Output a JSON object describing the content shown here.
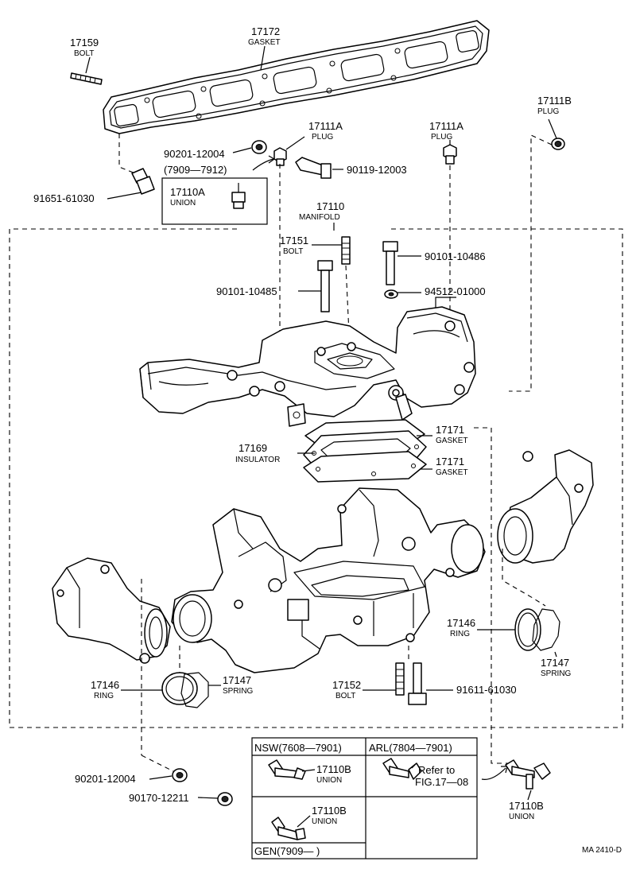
{
  "labels": {
    "p17159": {
      "num": "17159",
      "name": "BOLT"
    },
    "p17172": {
      "num": "17172",
      "name": "GASKET"
    },
    "p17111B": {
      "num": "17111B",
      "name": "PLUG"
    },
    "p17111A_left": {
      "num": "17111A",
      "name": "PLUG"
    },
    "p17111A_right": {
      "num": "17111A",
      "name": "PLUG"
    },
    "p90201_top": {
      "num": "90201-12004"
    },
    "p7909": {
      "num": "(7909—7912)"
    },
    "p90119": {
      "num": "90119-12003"
    },
    "p17110A": {
      "num": "17110A",
      "name": "UNION"
    },
    "p91651": {
      "num": "91651-61030"
    },
    "p17110": {
      "num": "17110",
      "name": "MANIFOLD"
    },
    "p17151": {
      "num": "17151",
      "name": "BOLT"
    },
    "p90101_10486": {
      "num": "90101-10486"
    },
    "p90101_10485": {
      "num": "90101-10485"
    },
    "p94512": {
      "num": "94512-01000"
    },
    "p17169": {
      "num": "17169",
      "name": "INSULATOR"
    },
    "p17171_a": {
      "num": "17171",
      "name": "GASKET"
    },
    "p17171_b": {
      "num": "17171",
      "name": "GASKET"
    },
    "p17146_right": {
      "num": "17146",
      "name": "RING"
    },
    "p17147_right": {
      "num": "17147",
      "name": "SPRING"
    },
    "p17146_left": {
      "num": "17146",
      "name": "RING"
    },
    "p17147_left": {
      "num": "17147",
      "name": "SPRING"
    },
    "p17152": {
      "num": "17152",
      "name": "BOLT"
    },
    "p91611": {
      "num": "91611-61030"
    },
    "p90201_bottom": {
      "num": "90201-12004"
    },
    "p90170": {
      "num": "90170-12211"
    },
    "p17110B_right": {
      "num": "17110B",
      "name": "UNION"
    }
  },
  "variant_box": {
    "nsw_header": "NSW(7608—7901)",
    "arl_header": "ARL(7804—7901)",
    "nsw_part": {
      "num": "17110B",
      "name": "UNION"
    },
    "arl_refer_1": "Refer to",
    "arl_refer_2": "FIG.17—08",
    "gen_part": {
      "num": "17110B",
      "name": "UNION"
    },
    "gen_header": "GEN(7909—      )"
  },
  "figure_code": "MA  2410-D"
}
